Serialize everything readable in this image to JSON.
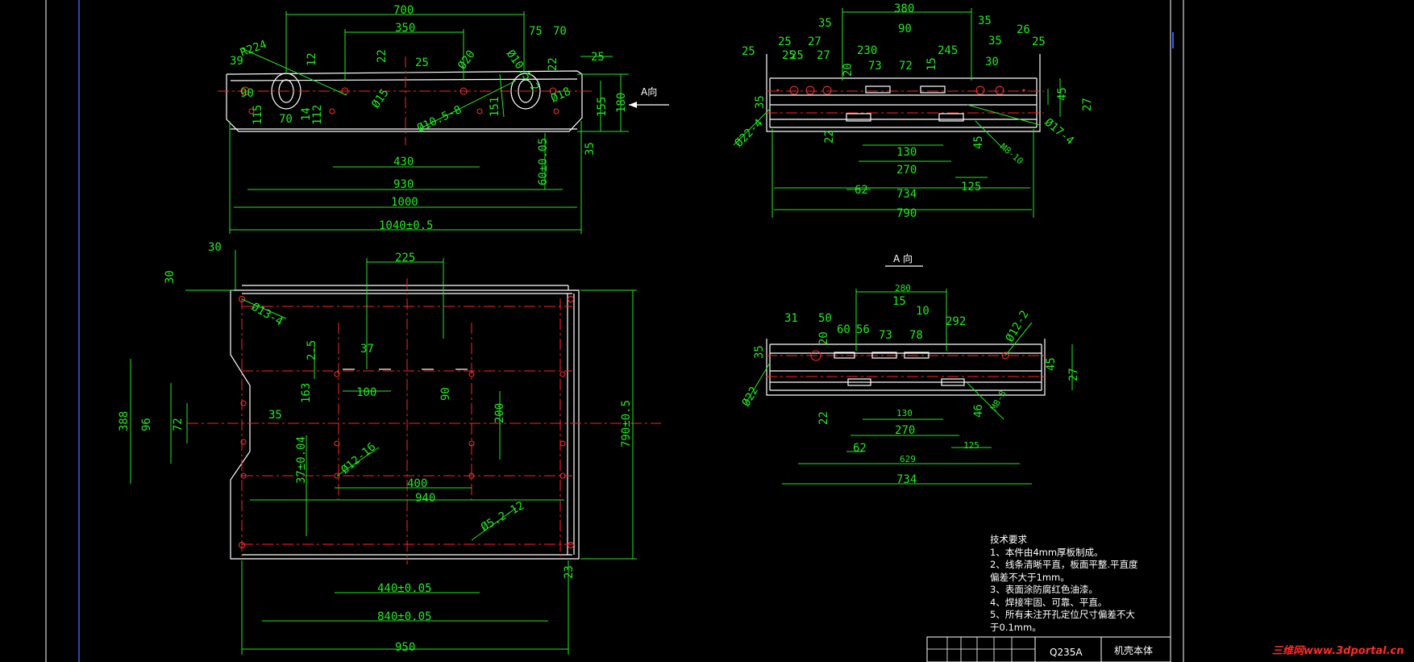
{
  "drawing": {
    "top_view": {
      "dims_top": [
        "700",
        "350",
        "75",
        "70",
        "25"
      ],
      "dims_left": [
        "R224",
        "39",
        "90",
        "115",
        "70",
        "12",
        "14",
        "112",
        "22",
        "25"
      ],
      "dims_bottom": [
        "430",
        "930",
        "1000",
        "1040±0.5"
      ],
      "dims_right": [
        "180",
        "155",
        "35",
        "60±0.05",
        "151"
      ],
      "holes": [
        "Ø15",
        "Ø10.5-8",
        "Ø20",
        "Ø10.5-2",
        "Ø18",
        "22"
      ],
      "view_arrow_label": "A向"
    },
    "front_view": {
      "dims_top": [
        "380",
        "35",
        "35",
        "25",
        "25",
        "27",
        "230",
        "90",
        "245",
        "35",
        "26",
        "25",
        "25",
        "25",
        "27",
        "73",
        "72",
        "15",
        "30",
        "20"
      ],
      "dims_side": [
        "35",
        "Ø22-4",
        "22",
        "45",
        "27",
        "Ø17-4",
        "45",
        "M8-10"
      ],
      "dims_bottom": [
        "130",
        "270",
        "62",
        "734",
        "125",
        "790"
      ]
    },
    "a_view": {
      "label": "A   向",
      "dims_top": [
        "280",
        "15",
        "10",
        "31",
        "50",
        "60",
        "56",
        "73",
        "78",
        "292",
        "Ø12-2",
        "20"
      ],
      "dims_side": [
        "35",
        "Ø22",
        "22",
        "45",
        "27",
        "46",
        "M8-8"
      ],
      "dims_bottom": [
        "130",
        "270",
        "62",
        "125",
        "629",
        "734"
      ]
    },
    "plan_view": {
      "dims_top": [
        "30",
        "30",
        "225",
        "Ø13-4",
        "2.5",
        "37",
        "100",
        "163",
        "90",
        "200"
      ],
      "dims_left": [
        "388",
        "96",
        "72",
        "35",
        "37±0.04",
        "Ø12-16"
      ],
      "dims_bottom": [
        "400",
        "940",
        "Ø5.2-12",
        "440±0.05",
        "840±0.05",
        "950",
        "23"
      ],
      "dims_right": [
        "790±0.5"
      ]
    }
  },
  "notes": {
    "title": "技术要求",
    "items": [
      "1、本件由4mm厚板制成。",
      "2、线条清晰平直，板面平整.平直度",
      "偏差不大于1mm。",
      "3、表面涂防腐红色油漆。",
      "4、焊接牢固、可靠、平直。",
      "5、所有未注开孔定位尺寸偏差不大",
      "于0.1mm。"
    ]
  },
  "title_block": {
    "material": "Q235A",
    "part_name": "机壳本体"
  },
  "watermark": "三维网www.3dportal.cn",
  "colors": {
    "background": "#000000",
    "dimension": "#22e822",
    "outline": "#ffffff",
    "centerline": "#ff2222",
    "border": "#3b5bff"
  }
}
